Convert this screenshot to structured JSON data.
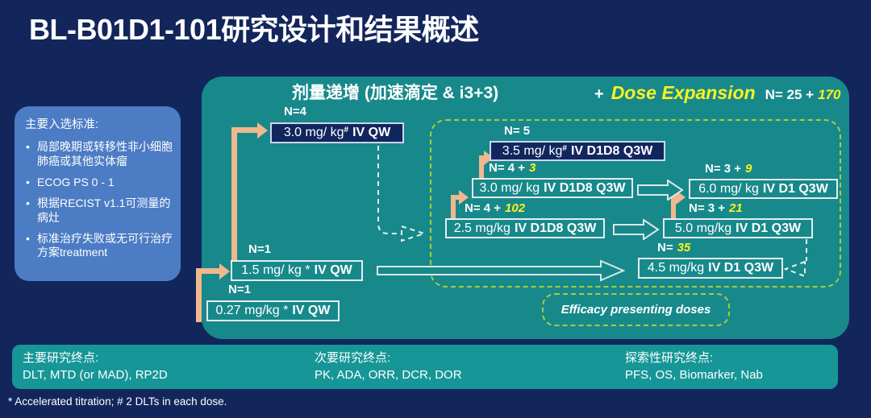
{
  "title": "BL-B01D1-101研究设计和结果概述",
  "inclusion": {
    "heading": "主要入选标准:",
    "bullets": [
      "局部晚期或转移性非小细胞肺癌或其他实体瘤",
      "ECOG PS 0 - 1",
      "根据RECIST v1.1可测量的病灶",
      "标准治疗失败或无可行治疗方案treatment"
    ]
  },
  "escalation": {
    "title": "剂量递增 (加速滴定 & i3+3)",
    "expansion": {
      "plus": "+",
      "label": "Dose Expansion",
      "n_prefix": "N= 25 +",
      "n_added": "170"
    },
    "efficacy_note": "Efficacy presenting doses"
  },
  "doses": {
    "qw_3_0": {
      "n": "N=4",
      "dose": "3.0 mg/ kg",
      "mark": "#",
      "route": "IV QW"
    },
    "qw_1_5": {
      "n": "N=1",
      "dose": "1.5 mg/ kg *",
      "route": "IV QW"
    },
    "qw_0_27": {
      "n": "N=1",
      "dose": "0.27 mg/kg *",
      "route": "IV QW"
    },
    "d1d8_3_5": {
      "n": "N= 5",
      "dose": "3.5 mg/ kg",
      "mark": "#",
      "route": "IV D1D8 Q3W"
    },
    "d1d8_3_0": {
      "n": "N= 4 +",
      "n_added": "3",
      "dose": "3.0 mg/ kg",
      "route": "IV D1D8 Q3W"
    },
    "d1d8_2_5": {
      "n": "N= 4 +",
      "n_added": "102",
      "dose": "2.5 mg/kg",
      "route": "IV D1D8 Q3W"
    },
    "d1_6_0": {
      "n": "N= 3 +",
      "n_added": "9",
      "dose": "6.0 mg/ kg",
      "route": "IV D1 Q3W"
    },
    "d1_5_0": {
      "n": "N= 3 +",
      "n_added": "21",
      "dose": "5.0 mg/kg",
      "route": "IV D1 Q3W"
    },
    "d1_4_5": {
      "n": "N=",
      "n_added": "35",
      "dose": "4.5 mg/kg",
      "route": "IV D1 Q3W"
    }
  },
  "endpoints": [
    {
      "heading": "主要研究终点:",
      "items": "DLT, MTD (or MAD), RP2D"
    },
    {
      "heading": "次要研究终点:",
      "items": "PK, ADA, ORR, DCR, DOR"
    },
    {
      "heading": "探索性研究终点:",
      "items": "PFS, OS, Biomarker, Nab"
    }
  ],
  "footnote": "* Accelerated titration; # 2 DLTs in each dose.",
  "colors": {
    "bg-navy": "#13265c",
    "panel-teal": "#17898b",
    "bar-teal": "#169697",
    "box-navy": "#12265e",
    "inclusion-blue": "#4c7cc4",
    "accent-yellow": "#fdf21e",
    "arrow-orange": "#f1b78d",
    "dash-green": "#a8cc3a",
    "text-white": "#ffffff"
  }
}
